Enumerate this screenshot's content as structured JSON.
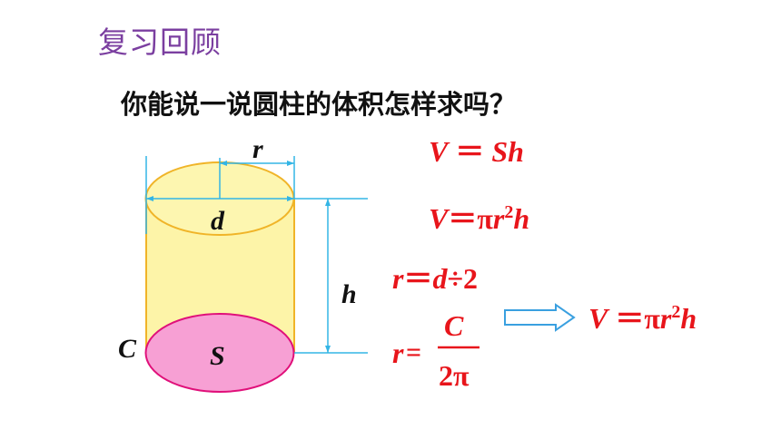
{
  "header": {
    "title": "复习回顾",
    "question": "你能说一说圆柱的体积怎样求吗？"
  },
  "diagram": {
    "labels": {
      "radius": "r",
      "diameter": "d",
      "height": "h",
      "circumference": "C",
      "base_area": "S"
    },
    "colors": {
      "top_fill": "#fdf6b0",
      "top_stroke": "#f0b428",
      "body_fill": "#fdf4a8",
      "base_fill": "#f7a0d4",
      "base_stroke": "#e0107a",
      "dimension_line": "#33b5e5",
      "formula": "#e8151b",
      "arrow": "#3aa0e0"
    }
  },
  "formulas": {
    "f1": {
      "lhs": "V",
      "rel": " ＝ ",
      "rhs": "Sh"
    },
    "f2": {
      "lhs": "V",
      "rel": "＝",
      "pi": "π",
      "r": "r",
      "sup": "2",
      "h": "h"
    },
    "f3": {
      "lhs": "r",
      "rel": "＝",
      "d": "d",
      "op": "÷",
      "two": "2"
    },
    "f4": {
      "lhs": "r",
      "rel": "=",
      "num": "C",
      "den": "2π"
    },
    "result": {
      "lhs": "V",
      "rel": " ＝",
      "pi": "π",
      "r": "r",
      "sup": "2",
      "h": "h"
    }
  }
}
